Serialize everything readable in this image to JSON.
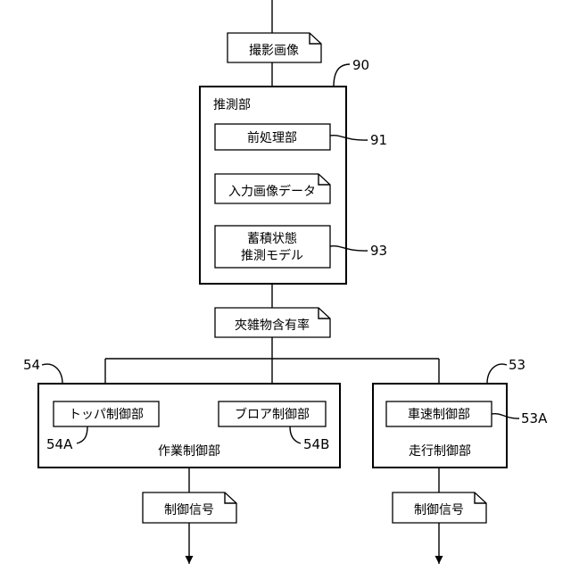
{
  "colors": {
    "stroke": "#000000",
    "background": "#ffffff"
  },
  "nodes": {
    "captured_image": "撮影画像",
    "estimation_unit": "推測部",
    "preprocessing_unit": "前処理部",
    "input_image_data": "入力画像データ",
    "model_line1": "蓄積状態",
    "model_line2": "推測モデル",
    "foreign_matter_ratio": "夾雑物含有率",
    "hopper_control_unit": "トッパ制御部",
    "blower_control_unit": "ブロア制御部",
    "work_control_unit": "作業制御部",
    "vehicle_speed_control_unit": "車速制御部",
    "travel_control_unit": "走行制御部",
    "control_signal_left": "制御信号",
    "control_signal_right": "制御信号"
  },
  "refs": {
    "r90": "90",
    "r91": "91",
    "r93": "93",
    "r54": "54",
    "r53": "53",
    "r53A": "53A",
    "r54A": "54A",
    "r54B": "54B"
  }
}
